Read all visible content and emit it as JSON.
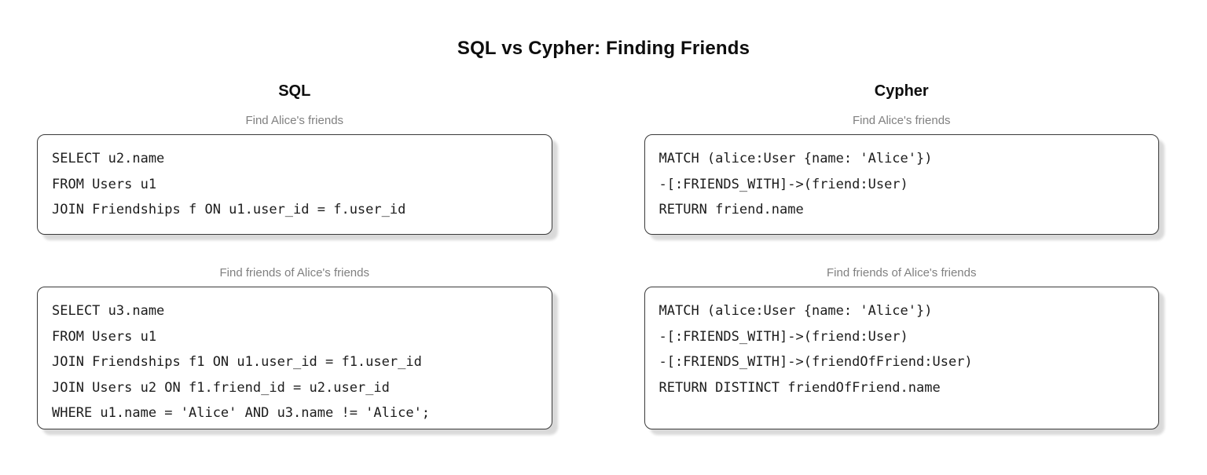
{
  "title": "SQL vs Cypher: Finding Friends",
  "colors": {
    "background": "#ffffff",
    "box_border": "#3a3a3a",
    "box_shadow": "rgba(0,0,0,0.15)",
    "caption_text": "#808080",
    "code_text": "#1c1c1c",
    "heading_text": "#0d0d0d"
  },
  "columns": [
    {
      "header": "SQL",
      "sections": [
        {
          "caption": "Find Alice's friends",
          "code": [
            "SELECT u2.name",
            "FROM Users u1",
            "JOIN Friendships f ON u1.user_id = f.user_id"
          ]
        },
        {
          "caption": "Find friends of Alice's friends",
          "code": [
            "SELECT u3.name",
            "FROM Users u1",
            "JOIN Friendships f1 ON u1.user_id = f1.user_id",
            "JOIN Users u2 ON f1.friend_id = u2.user_id",
            "WHERE u1.name = 'Alice' AND u3.name != 'Alice';"
          ]
        }
      ]
    },
    {
      "header": "Cypher",
      "sections": [
        {
          "caption": "Find Alice's friends",
          "code": [
            "MATCH (alice:User {name: 'Alice'})",
            "-[:FRIENDS_WITH]->(friend:User)",
            "RETURN friend.name"
          ]
        },
        {
          "caption": "Find friends of Alice's friends",
          "code": [
            "MATCH (alice:User {name: 'Alice'})",
            "-[:FRIENDS_WITH]->(friend:User)",
            "-[:FRIENDS_WITH]->(friendOfFriend:User)",
            "RETURN DISTINCT friendOfFriend.name"
          ]
        }
      ]
    }
  ]
}
